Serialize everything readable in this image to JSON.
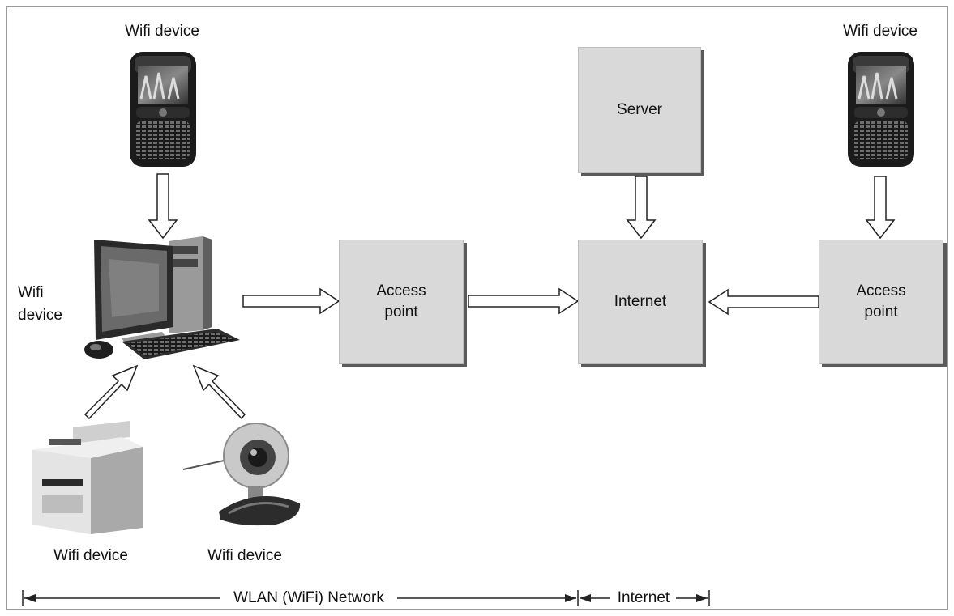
{
  "labels": {
    "wifi_device_top_left": "Wifi device",
    "wifi_device_top_right": "Wifi device",
    "wifi_device_computer": "Wifi\ndevice",
    "wifi_device_printer": "Wifi device",
    "wifi_device_webcam": "Wifi device"
  },
  "boxes": {
    "server": "Server",
    "access_point_left": "Access\npoint",
    "internet": "Internet",
    "access_point_right": "Access\npoint"
  },
  "scale": {
    "wlan": "WLAN (WiFi) Network",
    "internet": "Internet"
  },
  "icons": [
    "smartphone-icon",
    "desktop-computer-icon",
    "printer-icon",
    "webcam-icon"
  ]
}
